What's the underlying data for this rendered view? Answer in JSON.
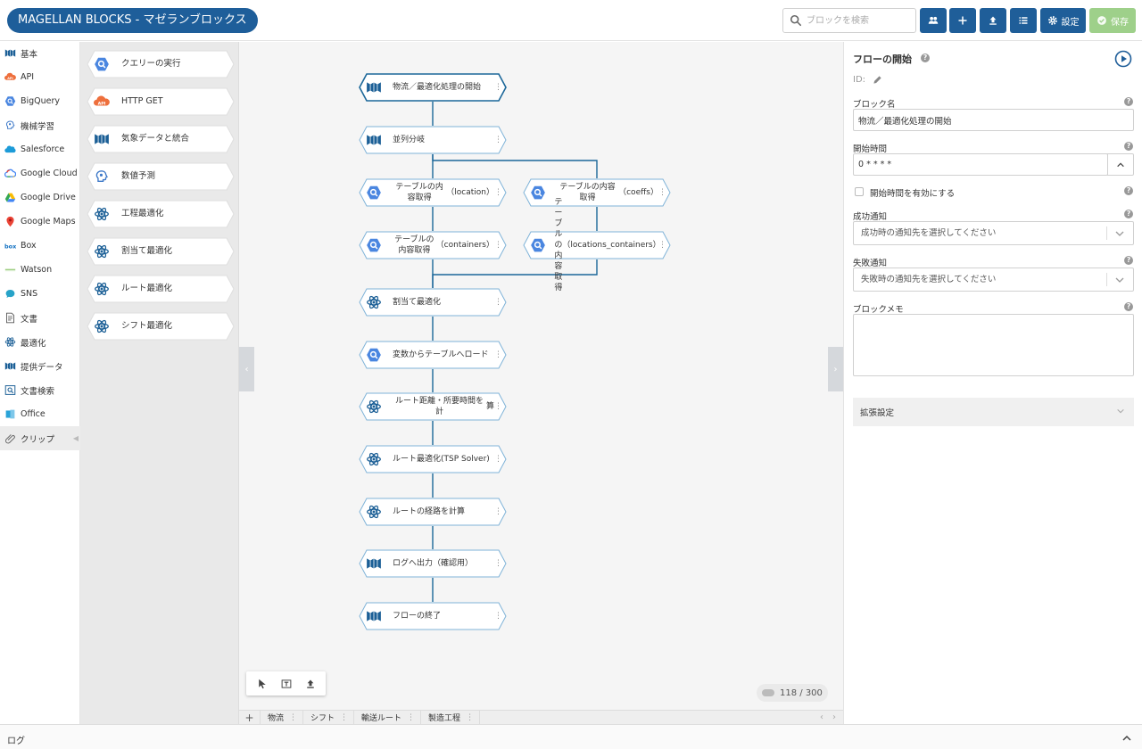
{
  "app": {
    "title": "MAGELLAN BLOCKS - マゼランブロックス"
  },
  "toolbar": {
    "search_placeholder": "ブロックを検索",
    "settings_label": "設定",
    "save_label": "保存"
  },
  "categories": [
    {
      "label": "基本",
      "icon": "magellan-icon"
    },
    {
      "label": "API",
      "icon": "api-icon"
    },
    {
      "label": "BigQuery",
      "icon": "bigquery-icon"
    },
    {
      "label": "機械学習",
      "icon": "machine-learning-icon"
    },
    {
      "label": "Salesforce",
      "icon": "salesforce-icon"
    },
    {
      "label": "Google Cloud",
      "icon": "google-cloud-icon"
    },
    {
      "label": "Google Drive",
      "icon": "google-drive-icon"
    },
    {
      "label": "Google Maps",
      "icon": "google-maps-icon"
    },
    {
      "label": "Box",
      "icon": "box-icon"
    },
    {
      "label": "Watson",
      "icon": "watson-icon"
    },
    {
      "label": "SNS",
      "icon": "sns-icon"
    },
    {
      "label": "文書",
      "icon": "document-icon"
    },
    {
      "label": "最適化",
      "icon": "optimization-icon"
    },
    {
      "label": "提供データ",
      "icon": "provided-data-icon"
    },
    {
      "label": "文書検索",
      "icon": "document-search-icon"
    },
    {
      "label": "Office",
      "icon": "office-icon"
    },
    {
      "label": "クリップ",
      "icon": "clip-icon",
      "active": true
    }
  ],
  "palette": [
    {
      "label": "クエリーの実行",
      "icon": "bigquery-icon"
    },
    {
      "label": "HTTP GET",
      "icon": "api-icon"
    },
    {
      "label": "気象データと統合",
      "icon": "magellan-icon"
    },
    {
      "label": "数値予測",
      "icon": "machine-learning-icon"
    },
    {
      "label": "工程最適化",
      "icon": "optimization-icon"
    },
    {
      "label": "割当て最適化",
      "icon": "optimization-icon"
    },
    {
      "label": "ルート最適化",
      "icon": "optimization-icon"
    },
    {
      "label": "シフト最適化",
      "icon": "optimization-icon"
    }
  ],
  "flow": {
    "nodes": [
      {
        "id": "start",
        "lines": [
          "物流／最適化処理の開始"
        ],
        "icon": "magellan-icon",
        "selected": true
      },
      {
        "id": "branch",
        "lines": [
          "並列分岐"
        ],
        "icon": "magellan-icon"
      },
      {
        "id": "get-location",
        "lines": [
          "テーブルの内容取得",
          "（location）"
        ],
        "icon": "bigquery-icon"
      },
      {
        "id": "get-coeffs",
        "lines": [
          "テーブルの内容取得",
          "（coeffs）"
        ],
        "icon": "bigquery-icon"
      },
      {
        "id": "get-containers",
        "lines": [
          "テーブルの内容取得",
          "（containers）"
        ],
        "icon": "bigquery-icon"
      },
      {
        "id": "get-locations-containers",
        "lines": [
          "テーブルの内容取得",
          "（locations_containers）"
        ],
        "icon": "bigquery-icon"
      },
      {
        "id": "assign-opt",
        "lines": [
          "割当て最適化"
        ],
        "icon": "optimization-icon"
      },
      {
        "id": "load-table",
        "lines": [
          "変数からテーブルへロード"
        ],
        "icon": "bigquery-icon"
      },
      {
        "id": "route-distance",
        "lines": [
          "ルート距離・所要時間を計",
          "算"
        ],
        "icon": "optimization-icon"
      },
      {
        "id": "route-opt",
        "lines": [
          "ルート最適化(TSP Solver)"
        ],
        "icon": "optimization-icon"
      },
      {
        "id": "route-path",
        "lines": [
          "ルートの経路を計算"
        ],
        "icon": "optimization-icon"
      },
      {
        "id": "log-output",
        "lines": [
          "ログへ出力（確認用）"
        ],
        "icon": "magellan-icon"
      },
      {
        "id": "end",
        "lines": [
          "フローの終了"
        ],
        "icon": "magellan-icon"
      }
    ],
    "edges": [
      [
        "start",
        "branch"
      ],
      [
        "branch",
        "get-location"
      ],
      [
        "branch",
        "get-coeffs"
      ],
      [
        "get-location",
        "get-containers"
      ],
      [
        "get-coeffs",
        "get-locations-containers"
      ],
      [
        "get-containers",
        "assign-opt"
      ],
      [
        "get-locations-containers",
        "assign-opt"
      ],
      [
        "assign-opt",
        "load-table"
      ],
      [
        "load-table",
        "route-distance"
      ],
      [
        "route-distance",
        "route-opt"
      ],
      [
        "route-opt",
        "route-path"
      ],
      [
        "route-path",
        "log-output"
      ],
      [
        "log-output",
        "end"
      ]
    ]
  },
  "canvas": {
    "block_count": "118 / 300"
  },
  "tabs": [
    {
      "label": "物流"
    },
    {
      "label": "シフト"
    },
    {
      "label": "輸送ルート"
    },
    {
      "label": "製造工程"
    }
  ],
  "properties": {
    "title": "フローの開始",
    "id_label": "ID:",
    "block_name_label": "ブロック名",
    "block_name_value": "物流／最適化処理の開始",
    "start_time_label": "開始時間",
    "start_time_value": "0 * * * *",
    "enable_start_time_label": "開始時間を有効にする",
    "success_label": "成功通知",
    "success_placeholder": "成功時の通知先を選択してください",
    "failure_label": "失敗通知",
    "failure_placeholder": "失敗時の通知先を選択してください",
    "memo_label": "ブロックメモ",
    "advanced_label": "拡張設定"
  },
  "log": {
    "label": "ログ"
  },
  "colors": {
    "brand": "#1e5e9a",
    "save": "#9ed08a",
    "node_border": "#4a90c2",
    "edge": "#1b6799"
  }
}
